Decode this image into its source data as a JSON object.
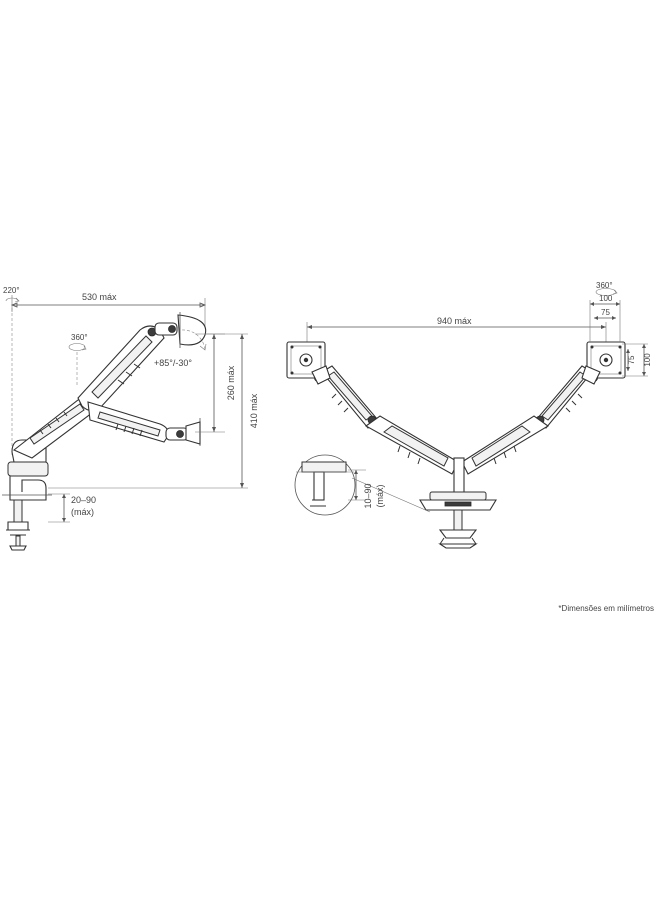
{
  "single_mount": {
    "base_rotation": "220°",
    "reach": "530 máx",
    "head_rotation": "360°",
    "tilt": "+85°/-30°",
    "arm_height": "260 máx",
    "total_height": "410 máx",
    "clamp_range": "20–90",
    "clamp_range_note": "(máx)"
  },
  "dual_mount": {
    "span": "940 máx",
    "head_rotation": "360°",
    "vesa_h_large": "100",
    "vesa_h_small": "75",
    "vesa_v_small": "75",
    "vesa_v_large": "100",
    "clamp_range": "10–90",
    "clamp_range_note": "(máx)"
  },
  "footnote": "*Dimensões em milímetros"
}
